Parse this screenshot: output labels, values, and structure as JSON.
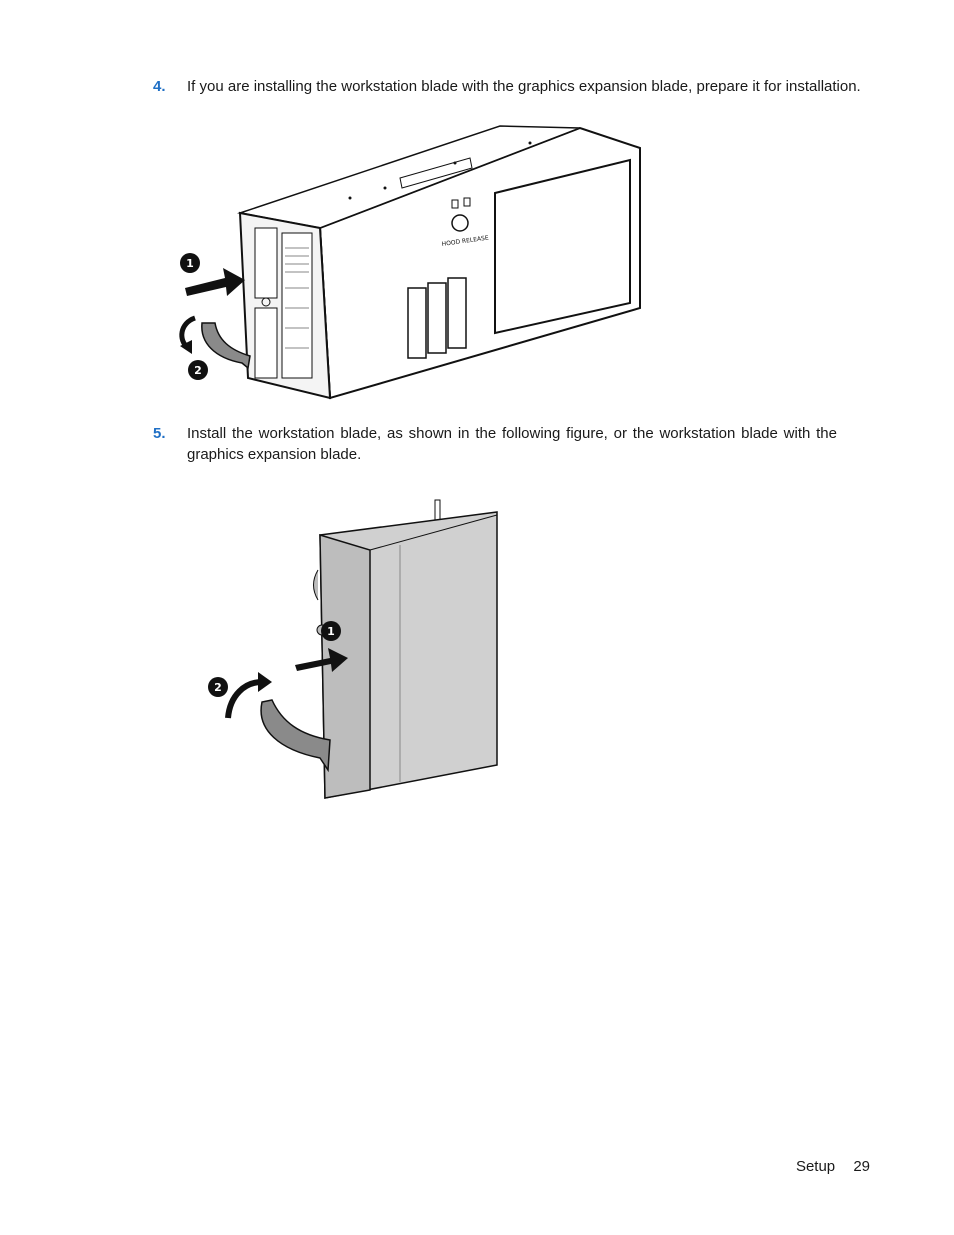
{
  "steps": [
    {
      "number": "4.",
      "text": "If you are installing the workstation blade with the graphics expansion blade, prepare it for installation."
    },
    {
      "number": "5.",
      "text": "Install the workstation blade, as shown in the following figure, or the workstation blade with the graphics expansion blade."
    }
  ],
  "figure1": {
    "callouts": [
      "1",
      "2"
    ],
    "label": "HOOD RELEASE"
  },
  "figure2": {
    "callouts": [
      "1",
      "2"
    ]
  },
  "footer": {
    "section": "Setup",
    "page": "29"
  }
}
